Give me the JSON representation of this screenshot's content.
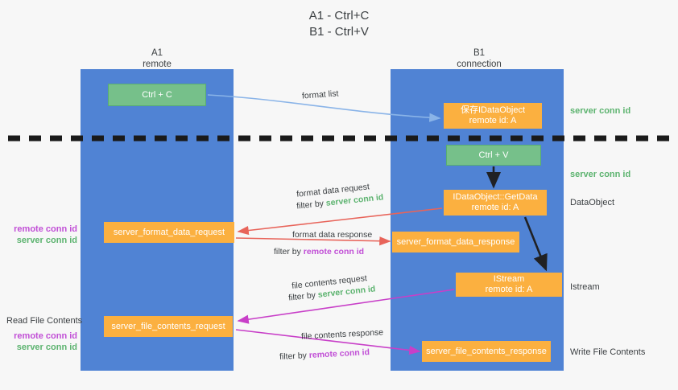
{
  "title": {
    "line1": "A1 - Ctrl+C",
    "line2": "B1 - Ctrl+V"
  },
  "lanes": [
    {
      "id": "a1",
      "name": "A1",
      "subtitle": "remote",
      "color": "#5083d4"
    },
    {
      "id": "b1",
      "name": "B1",
      "subtitle": "connection",
      "color": "#5083d4"
    }
  ],
  "nodes": {
    "ctrl_c": {
      "line1": "Ctrl + C",
      "color": "#76c08a"
    },
    "save_idataobject": {
      "line1": "保存IDataObject",
      "line2": "remote id: A",
      "color": "#fbb040"
    },
    "ctrl_v": {
      "line1": "Ctrl + V",
      "color": "#76c08a"
    },
    "getdata": {
      "line1": "IDataObject::GetData",
      "line2": "remote id: A",
      "color": "#fbb040"
    },
    "server_format_data_request": {
      "line1": "server_format_data_request",
      "color": "#fbb040"
    },
    "server_format_data_response": {
      "line1": "server_format_data_response",
      "color": "#fbb040"
    },
    "istream": {
      "line1": "IStream",
      "line2": "remote id: A",
      "color": "#fbb040"
    },
    "server_file_contents_request": {
      "line1": "server_file_contents_request",
      "color": "#fbb040"
    },
    "server_file_contents_response": {
      "line1": "server_file_contents_response",
      "color": "#fbb040"
    }
  },
  "edges": {
    "format_list": {
      "label": "format list"
    },
    "format_data_request": {
      "label": "format data request",
      "filter_prefix": "filter by ",
      "filter_value": "server conn id",
      "filter_color": "#5cb36f"
    },
    "format_data_response": {
      "label": "format data response",
      "filter_prefix": "filter by ",
      "filter_value": "remote conn id",
      "filter_color": "#c14fd6"
    },
    "file_contents_request": {
      "label": "file contents request",
      "filter_prefix": "filter by ",
      "filter_value": "server conn id",
      "filter_color": "#5cb36f"
    },
    "file_contents_response": {
      "label": "file contents response",
      "filter_prefix": "filter by ",
      "filter_value": "remote conn id",
      "filter_color": "#c14fd6"
    }
  },
  "side_labels": {
    "server_conn_id_top": "server conn id",
    "server_conn_id_mid": "server conn id",
    "dataobject": "DataObject",
    "istream": "Istream",
    "write_file_contents": "Write File Contents",
    "read_file_contents": "Read File Contents",
    "remote_conn_id": "remote conn id",
    "server_conn_id": "server conn id"
  },
  "colors": {
    "lane": "#5083d4",
    "green_node": "#76c08a",
    "orange_node": "#fbb040",
    "green_text": "#5cb36f",
    "purple_text": "#c14fd6",
    "arrow_blue": "#8ab4e8",
    "arrow_red": "#e8645a",
    "arrow_magenta": "#c83fc8",
    "arrow_dark": "#202124",
    "background": "#f7f7f7"
  }
}
